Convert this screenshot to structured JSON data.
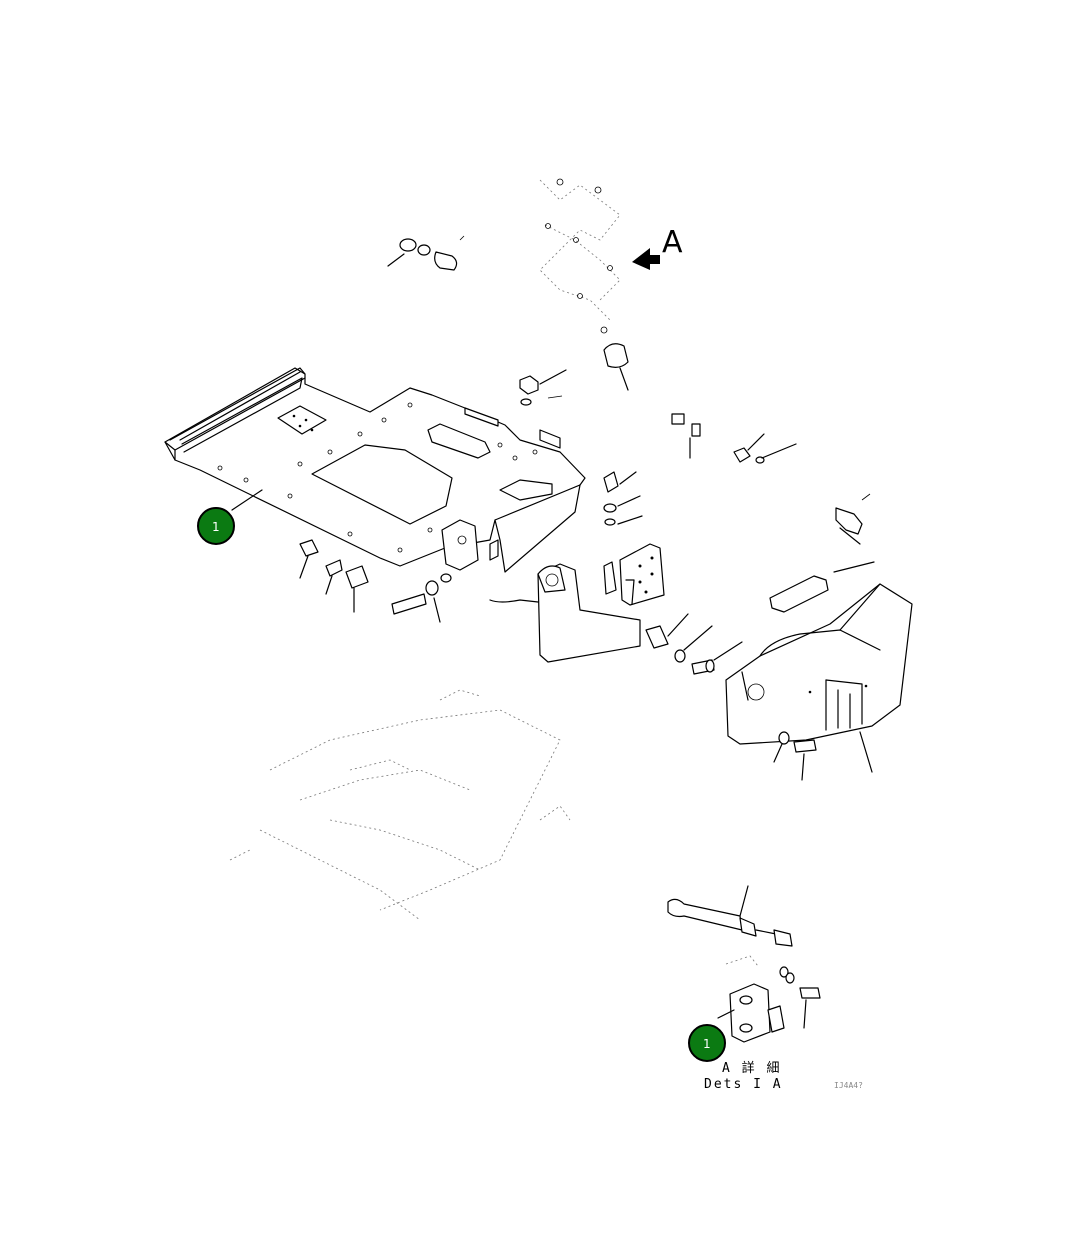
{
  "view_marker": {
    "letter": "A"
  },
  "callouts": [
    {
      "label": "1"
    },
    {
      "label": "1"
    }
  ],
  "detail_caption": {
    "japanese": "A 詳 細",
    "english": "Dets I A"
  },
  "drawing_code": "IJ4A4?"
}
